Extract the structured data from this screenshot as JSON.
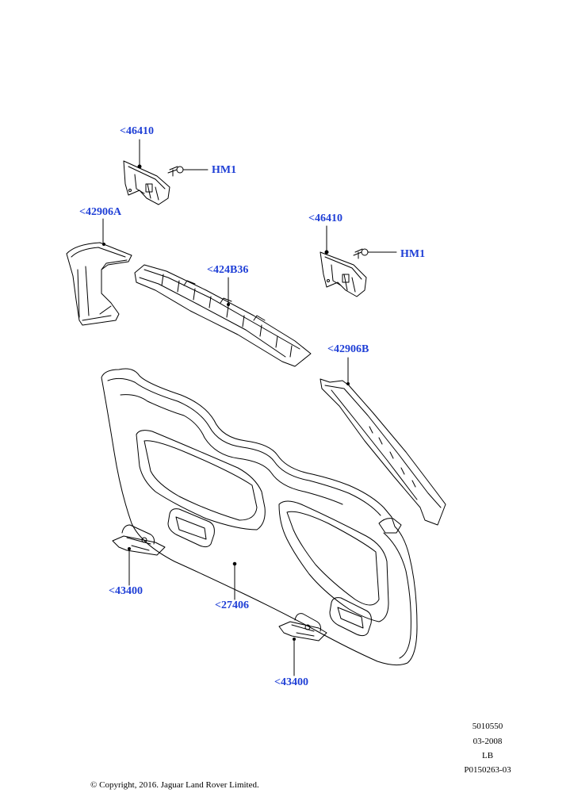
{
  "callouts": {
    "bracket_upper_left": "<46410",
    "bolt_upper_left": "HM1",
    "trim_left": "<42906A",
    "bracket_upper_right": "<46410",
    "bolt_upper_right": "HM1",
    "upper_trim": "<424B36",
    "trim_right": "<42906B",
    "handle_left": "<43400",
    "main_panel": "<27406",
    "handle_right": "<43400"
  },
  "meta": {
    "part_number": "5010550",
    "date": "03-2008",
    "code": "LB",
    "illustration_id": "P0150263-03"
  },
  "copyright": "© Copyright, 2016. Jaguar Land Rover Limited."
}
